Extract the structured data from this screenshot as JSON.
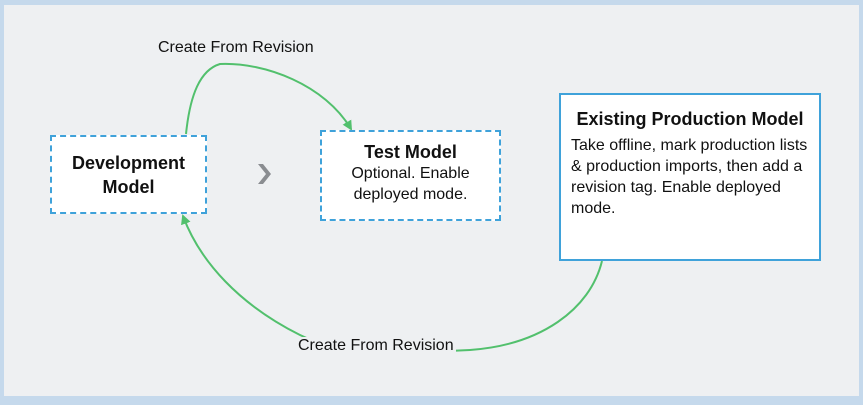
{
  "colors": {
    "frame": "#c5d9ec",
    "canvas": "#eef0f2",
    "box_border": "#3fa2da",
    "connector": "#52c06d",
    "chevron": "#8a8d91"
  },
  "nodes": {
    "development": {
      "title": "Development Model"
    },
    "test": {
      "title": "Test Model",
      "body": "Optional. Enable deployed mode."
    },
    "production": {
      "title": "Existing Production Model",
      "body": "Take offline, mark production lists & production imports, then add a revision tag. Enable deployed mode."
    }
  },
  "connectors": {
    "top_label": "Create From Revision",
    "bottom_label": "Create From Revision"
  },
  "icons": {
    "between_dev_and_test": "chevron-right-icon"
  }
}
